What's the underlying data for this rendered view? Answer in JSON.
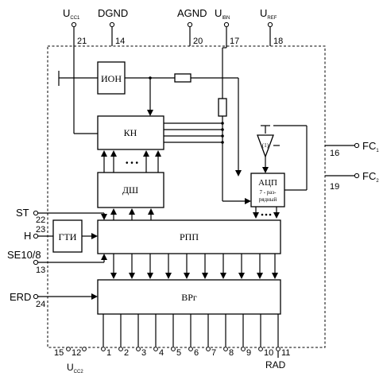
{
  "top_pins": [
    {
      "label": "U",
      "sub": "CC1",
      "number": "21"
    },
    {
      "label": "DGND",
      "sub": "",
      "number": "14"
    },
    {
      "label": "AGND",
      "sub": "",
      "number": "20"
    },
    {
      "label": "U",
      "sub": "IBN",
      "number": "17"
    },
    {
      "label": "U",
      "sub": "REF",
      "number": "18"
    }
  ],
  "left_pins": [
    {
      "label": "ST",
      "number": "22"
    },
    {
      "label": "H",
      "number": "23"
    },
    {
      "label": "SE10/8",
      "number": "13"
    },
    {
      "label": "ERD",
      "number": "24"
    }
  ],
  "right_pins": [
    {
      "label": "FC",
      "sub": "1",
      "number": "16"
    },
    {
      "label": "FC",
      "sub": "2",
      "number": "19"
    }
  ],
  "bottom_pins": {
    "left_numbers": [
      "15",
      "12"
    ],
    "supply_label": "U",
    "supply_sub": "CC2",
    "output_numbers": [
      "1",
      "2",
      "3",
      "4",
      "5",
      "6",
      "7",
      "8",
      "9",
      "10",
      "11"
    ],
    "rad_label": "RAD"
  },
  "blocks": {
    "ion": "ИОН",
    "kn": "КН",
    "dsh": "ДШ",
    "gti": "ГТИ",
    "rpp": "РПП",
    "vrg": "ВРг",
    "adc_title": "АЦП",
    "adc_line1": "7 - раз-",
    "adc_line2": "рядный",
    "dots": "• • •"
  }
}
